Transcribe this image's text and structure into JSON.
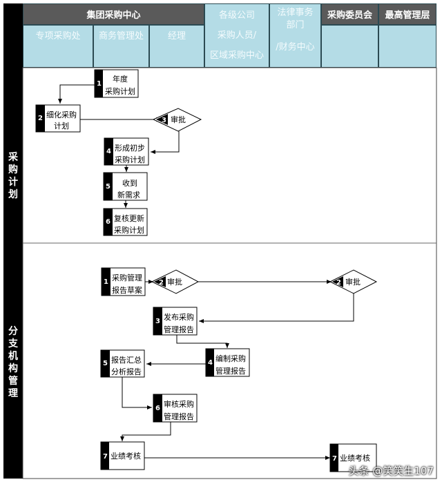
{
  "header": {
    "group_center": "集团采购中心",
    "sub_cols": [
      "专项采购处",
      "商务管理处",
      "经理"
    ],
    "branch": [
      "各级公司",
      "采购人员/",
      "区域采购中心"
    ],
    "legal": [
      "法律事务",
      "部门",
      "/财务中心"
    ],
    "committee": "采购委员会",
    "top_mgmt": "最高管理层"
  },
  "lanes": [
    {
      "label": "采购计划",
      "chars": [
        "采",
        "购",
        "计",
        "划"
      ]
    },
    {
      "label": "分支机构管理",
      "chars": [
        "分",
        "支",
        "机",
        "构",
        "管",
        "理"
      ]
    }
  ],
  "lane1": {
    "s1": {
      "num": "1",
      "lines": [
        "年度",
        "采购计划"
      ]
    },
    "s2": {
      "num": "2",
      "lines": [
        "细化采购",
        "计划"
      ]
    },
    "d3": {
      "num": "3",
      "label": "审批"
    },
    "s4": {
      "num": "4",
      "lines": [
        "形成初步",
        "采购计划"
      ]
    },
    "s5": {
      "num": "5",
      "lines": [
        "收到",
        "新需求"
      ]
    },
    "s6": {
      "num": "6",
      "lines": [
        "复核更新",
        "采购计划"
      ]
    }
  },
  "lane2": {
    "s1": {
      "num": "1",
      "lines": [
        "采购管理",
        "报告草案"
      ]
    },
    "d2a": {
      "num": "2",
      "label": "审批"
    },
    "d2b": {
      "num": "2",
      "label": "审批"
    },
    "s3": {
      "num": "3",
      "lines": [
        "发布采购",
        "管理报告"
      ]
    },
    "s4": {
      "num": "4",
      "lines": [
        "编制采购",
        "管理报告"
      ]
    },
    "s5": {
      "num": "5",
      "lines": [
        "报告汇总",
        "分析报告"
      ]
    },
    "s6": {
      "num": "6",
      "lines": [
        "审核采购",
        "管理报告"
      ]
    },
    "s7a": {
      "num": "7",
      "label": "业绩考核"
    },
    "s7b": {
      "num": "7",
      "label": "业绩考核"
    }
  },
  "watermark": "头条 @笑笑生107"
}
